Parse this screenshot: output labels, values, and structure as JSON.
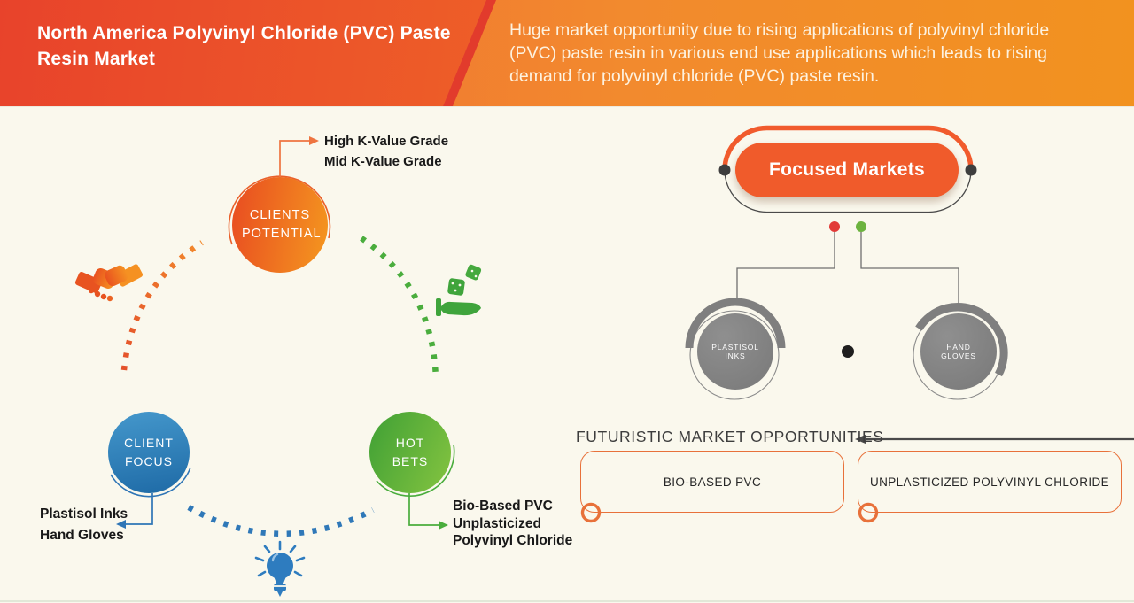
{
  "header": {
    "title": "North America Polyvinyl Chloride (PVC) Paste Resin Market",
    "description": "Huge market opportunity due to rising applications of polyvinyl chloride (PVC) paste resin in various end use applications which leads to rising demand for polyvinyl chloride (PVC) paste resin."
  },
  "strategy": {
    "clients_potential": {
      "label": "CLIENTS POTENTIAL",
      "items": [
        "High K-Value Grade",
        "Mid K-Value Grade"
      ]
    },
    "client_focus": {
      "label": "CLIENT FOCUS",
      "items": [
        "Plastisol Inks",
        "Hand Gloves"
      ]
    },
    "hot_bets": {
      "label": "HOT BETS",
      "items": [
        "Bio-Based PVC",
        "Unplasticized Polyvinyl Chloride"
      ]
    },
    "icons": {
      "handshake": "handshake-icon",
      "hand_with_dice": "hand-with-dice-icon",
      "light_bulb": "light-bulb-icon"
    }
  },
  "focused_markets": {
    "title": "Focused Markets",
    "markets": [
      "PLASTISOL INKS",
      "HAND GLOVES"
    ]
  },
  "futuristic": {
    "heading": "FUTURISTIC MARKET OPPORTUNITIES",
    "boxes": [
      "BIO-BASED PVC",
      "UNPLASTICIZED POLYVINYL CHLORIDE"
    ]
  },
  "colors": {
    "header_gradient_start": "#e8432b",
    "header_gradient_end": "#f2921f",
    "header_stripe": "#e23b2c",
    "accent_orange": "#f05b2b",
    "orange_node_start": "#e94f21",
    "orange_node_end": "#f4941f",
    "blue": "#2e75b6",
    "blue_node_start": "#4598cc",
    "blue_node_end": "#1e6aa6",
    "green": "#4aad3d",
    "green_node_start": "#3fa035",
    "green_node_end": "#85c440",
    "gray_node": "#7f7f7f",
    "red_dot": "#e23b38",
    "green_dot": "#6cb33f",
    "dark_dot": "#3e3e3e",
    "background": "#faf8ed"
  }
}
